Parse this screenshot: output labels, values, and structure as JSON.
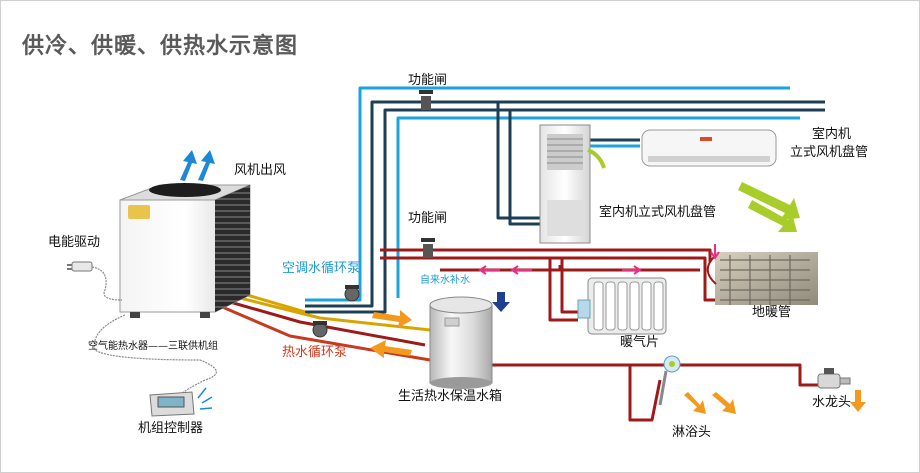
{
  "title": "供冷、供暖、供热水示意图",
  "labels": {
    "valve_top": "功能闸",
    "valve_mid": "功能闸",
    "indoor_unit": "室内机",
    "fan_coil": "立式风机盘管",
    "indoor_stand": "室内机立式风机盘管",
    "fan_out": "风机出风",
    "electric": "电能驱动",
    "ac_loop": "空调水循环泵",
    "makeup": "自来水补水",
    "heater": "暖气片",
    "floor_heat": "地暖管",
    "unit_name": "空气能热水器——三联供机组",
    "hot_loop": "热水循环泵",
    "tank": "生活热水保温水箱",
    "controller": "机组控制器",
    "shower": "淋浴头",
    "faucet": "水龙头"
  },
  "colors": {
    "cold_pipe": "#1aa3dc",
    "dark_pipe": "#1d3f55",
    "hot_pipe": "#9e1a1a",
    "gold_pipe": "#d9a400",
    "orange_arrow": "#f39a1e",
    "green_arrow": "#a8cc2a",
    "pink_arrow": "#e8308a",
    "blue_arrow": "#1e88d8",
    "navy_arrow": "#1f3f8f"
  }
}
